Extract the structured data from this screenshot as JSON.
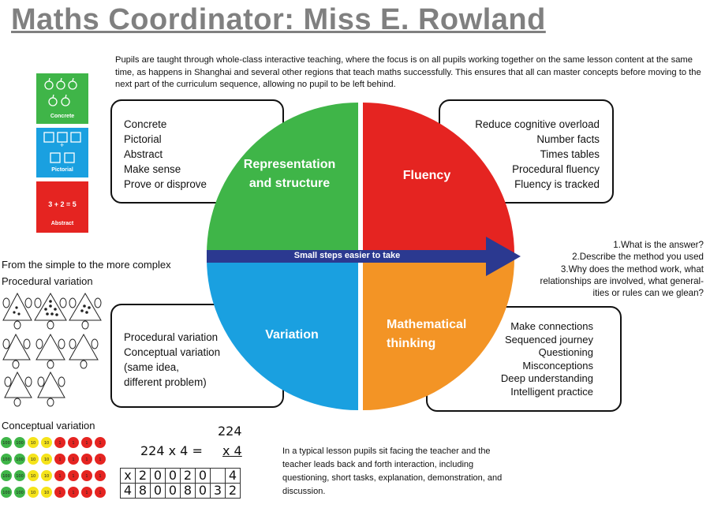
{
  "title": "Maths Coordinator: Miss E. Rowland",
  "intro": "Pupils are taught through whole-class interactive teaching, where the focus is on all pupils working together on the same lesson content at the same time, as happens in Shanghai and several other regions that teach maths successfully. This ensures that all can master concepts before moving to the next part of the curriculum sequence, allowing no pupil to be left behind.",
  "cpa": {
    "concrete": "Concrete",
    "pictorial": "Pictorial",
    "abstract_eq": "3 + 2 = 5",
    "abstract": "Abstract",
    "plus": "+"
  },
  "colors": {
    "green": "#3fb548",
    "red": "#e52421",
    "blue": "#1aa0e0",
    "orange": "#f39425",
    "arrow": "#2b3990"
  },
  "wheel": {
    "representation": [
      "Representation",
      "and structure"
    ],
    "fluency": "Fluency",
    "variation": "Variation",
    "thinking": [
      "Mathematical",
      "thinking"
    ],
    "arrow_label": "Small steps easier to take"
  },
  "box_representation": [
    "Concrete",
    "Pictorial",
    "Abstract",
    "Make sense",
    "Prove or disprove"
  ],
  "box_fluency": [
    "Reduce cognitive overload",
    "Number facts",
    "Times tables",
    "Procedural fluency",
    "Fluency is tracked"
  ],
  "box_variation": [
    "Procedural variation",
    "Conceptual variation",
    "(same idea,",
    "different problem)"
  ],
  "box_thinking": [
    "Make connections",
    "Sequenced journey",
    "Questioning",
    "Misconceptions",
    "Deep understanding",
    "Intelligent practice"
  ],
  "questions": [
    "1.What is the answer?",
    "2.Describe the method you used",
    "3.Why does the method work, what",
    "relationships are involved, what general-",
    "ities or rules can we glean?"
  ],
  "left": {
    "simple": "From the simple to the more complex",
    "procedural": "Procedural variation",
    "conceptual": "Conceptual variation"
  },
  "counters": {
    "row": [
      "100",
      "100",
      "10",
      "10",
      "1",
      "1",
      "1",
      "1"
    ],
    "colors": [
      "#3fb548",
      "#3fb548",
      "#f5e31a",
      "#f5e31a",
      "#e52421",
      "#e52421",
      "#e52421",
      "#e52421"
    ]
  },
  "calc": {
    "expr": "224 x 4 =",
    "top": "224",
    "mult": "x 4",
    "row1": [
      "x",
      "2",
      "0",
      "0",
      "2",
      "0",
      "",
      "4"
    ],
    "row2": [
      "4",
      "8",
      "0",
      "0",
      "8",
      "0",
      "3",
      "2"
    ]
  },
  "lesson": "In a typical lesson pupils sit facing the teacher and the teacher leads back and forth interaction, including questioning, short tasks, explanation, demonstration, and discussion."
}
